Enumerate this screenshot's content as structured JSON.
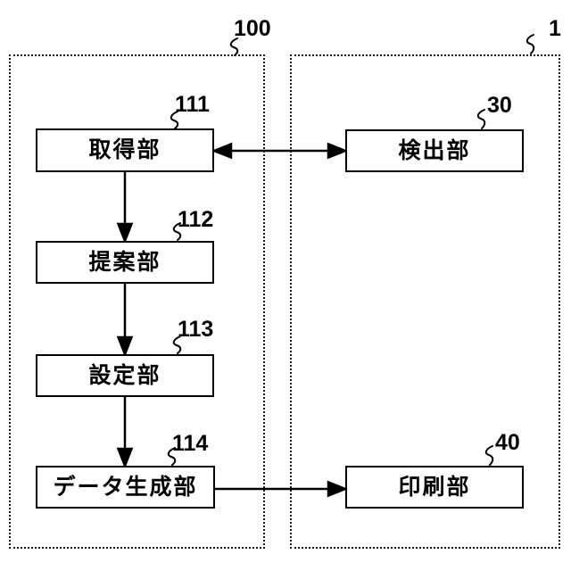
{
  "figure": {
    "background_color": "#ffffff",
    "line_color": "#000000",
    "containers": [
      {
        "ref": "100"
      },
      {
        "ref": "1"
      }
    ],
    "blocks": [
      {
        "label": "取得部",
        "ref": "111"
      },
      {
        "label": "提案部",
        "ref": "112"
      },
      {
        "label": "設定部",
        "ref": "113"
      },
      {
        "label": "データ生成部",
        "ref": "114"
      },
      {
        "label": "検出部",
        "ref": "30"
      },
      {
        "label": "印刷部",
        "ref": "40"
      }
    ],
    "connections": [
      {
        "from": "取得部",
        "to": "検出部",
        "type": "bidirectional"
      },
      {
        "from": "取得部",
        "to": "提案部",
        "type": "directed"
      },
      {
        "from": "提案部",
        "to": "設定部",
        "type": "directed"
      },
      {
        "from": "設定部",
        "to": "データ生成部",
        "type": "directed"
      },
      {
        "from": "データ生成部",
        "to": "印刷部",
        "type": "directed"
      }
    ]
  }
}
